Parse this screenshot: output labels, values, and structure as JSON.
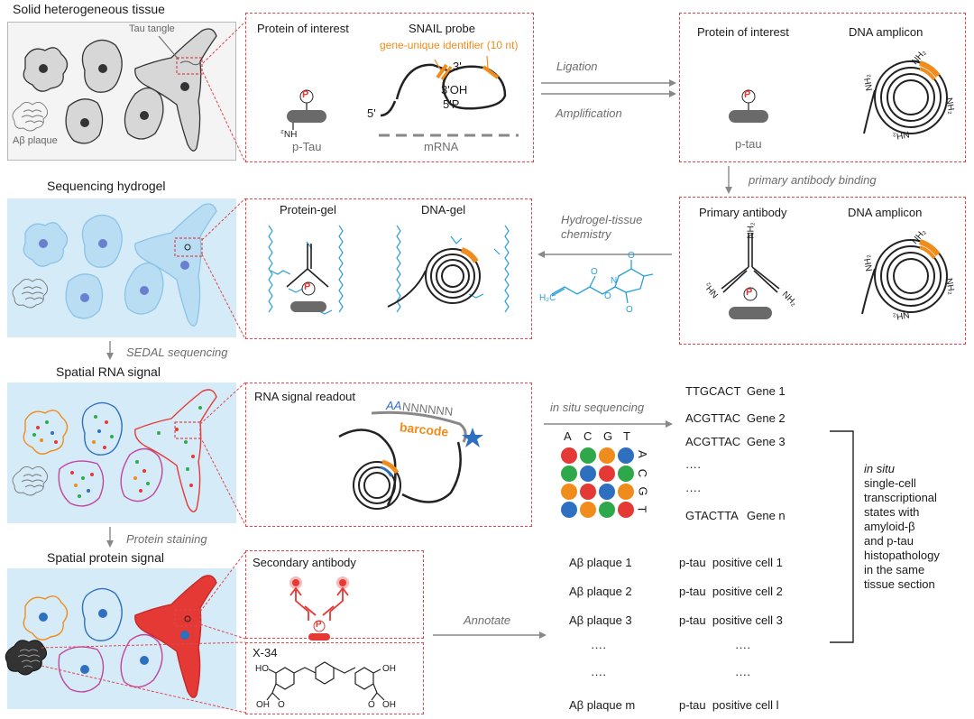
{
  "panels": {
    "p1_title": "Solid heterogeneous tissue",
    "tau_tangle": "Tau tangle",
    "abeta_plaque": "Aβ plaque",
    "p2_title": "Sequencing hydrogel",
    "p3_title": "Spatial RNA signal",
    "p4_title": "Spatial protein signal"
  },
  "box1": {
    "protein_of_interest": "Protein of interest",
    "snail_probe": "SNAIL probe",
    "gene_identifier": "gene-unique identifier (10 nt)",
    "three_prime": "3'",
    "three_oh": "3'OH",
    "five_p": "5'P",
    "five_prime": "5'",
    "p_tau": "p-Tau",
    "mrna": "mRNA",
    "p": "P",
    "hn2": "HN₂"
  },
  "box2": {
    "protein_of_interest": "Protein of interest",
    "dna_amplicon": "DNA amplicon",
    "p_tau": "p-tau",
    "p": "P",
    "nh2": "NH₂"
  },
  "box3": {
    "primary_antibody": "Primary antibody",
    "dna_amplicon": "DNA amplicon",
    "p": "P",
    "nh2": "NH₂"
  },
  "box4": {
    "protein_gel": "Protein-gel",
    "dna_gel": "DNA-gel",
    "p": "P"
  },
  "box5": {
    "title": "RNA signal readout",
    "seq_aa": "AA",
    "seq_nnnnnn": "NNNNNN",
    "barcode": "barcode"
  },
  "box6": {
    "title": "Secondary antibody",
    "p": "P"
  },
  "box7": {
    "title": "X-34",
    "ho": "HO",
    "oh": "OH",
    "o": "O"
  },
  "arrows": {
    "ligation": "Ligation",
    "amplification": "Amplification",
    "primary_binding": "primary antibody binding",
    "hydrogel_chem_1": "Hydrogel-tissue",
    "hydrogel_chem_2": "chemistry",
    "sedal": "SEDAL sequencing",
    "protein_staining": "Protein staining",
    "in_situ_seq": "in situ sequencing",
    "annotate": "Annotate"
  },
  "bases": {
    "cols": [
      "A",
      "C",
      "G",
      "T"
    ],
    "rows": [
      "A",
      "C",
      "G",
      "T"
    ],
    "grid_colors": [
      [
        "#e53935",
        "#2ea84a",
        "#f08c1c",
        "#2f6fc0"
      ],
      [
        "#2ea84a",
        "#2f6fc0",
        "#e53935",
        "#2ea84a"
      ],
      [
        "#f08c1c",
        "#e53935",
        "#2f6fc0",
        "#f08c1c"
      ],
      [
        "#2f6fc0",
        "#f08c1c",
        "#2ea84a",
        "#e53935"
      ]
    ]
  },
  "genes": [
    {
      "seq": "TTGCACT",
      "name": "Gene 1"
    },
    {
      "seq": "ACGTTAC",
      "name": "Gene 2"
    },
    {
      "seq": "ACGTTAC",
      "name": "Gene 3"
    },
    {
      "seq": "····",
      "name": ""
    },
    {
      "seq": "····",
      "name": ""
    },
    {
      "seq": "GTACTTA",
      "name": "Gene n"
    }
  ],
  "annotations": [
    {
      "left": "Aβ plaque 1",
      "right": "p-tau  positive cell 1"
    },
    {
      "left": "Aβ plaque 2",
      "right": "p-tau  positive cell 2"
    },
    {
      "left": "Aβ plaque 3",
      "right": "p-tau  positive cell 3"
    },
    {
      "left": "····",
      "right": "····"
    },
    {
      "left": "····",
      "right": "····"
    },
    {
      "left": "Aβ plaque m",
      "right": "p-tau  positive cell l"
    }
  ],
  "summary": {
    "line1": "in situ",
    "line2": "single-cell",
    "line3": "transcriptional",
    "line4": "states with",
    "line5": "amyloid-β",
    "line6": "and p-tau",
    "line7": "histopathology",
    "line8": "in the same",
    "line9": "tissue section"
  },
  "colors": {
    "dashed_red": "#e0464b",
    "orange": "#f08c1c",
    "hydrogel_blue": "#2a9fd8",
    "panel_bg": "#d5ebf8",
    "gray": "#7a7a7a"
  }
}
